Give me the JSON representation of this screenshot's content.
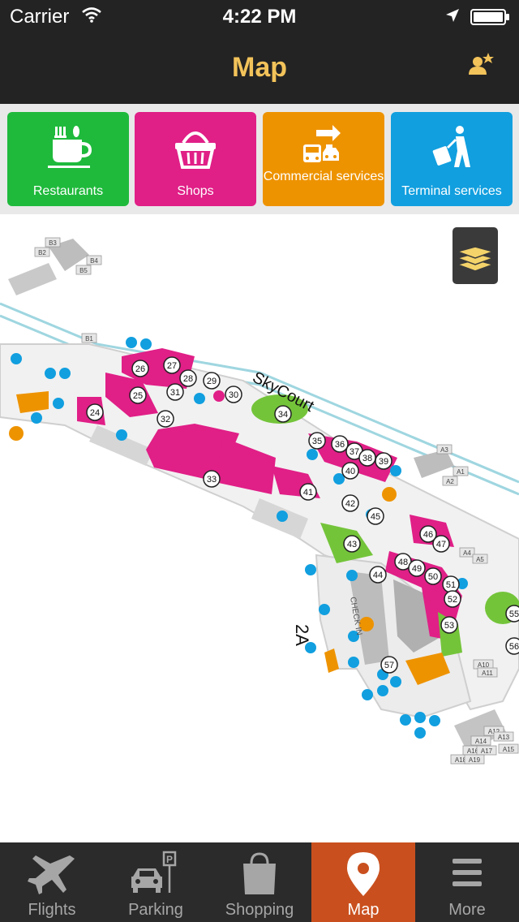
{
  "status_bar": {
    "carrier": "Carrier",
    "time": "4:22 PM"
  },
  "header": {
    "title": "Map"
  },
  "categories": [
    {
      "label": "Restaurants",
      "color": "#1fba3c",
      "icon": "cutlery-cup-icon"
    },
    {
      "label": "Shops",
      "color": "#e01f87",
      "icon": "basket-icon"
    },
    {
      "label": "Commercial services",
      "color": "#ee9300",
      "icon": "bus-taxi-icon"
    },
    {
      "label": "Terminal services",
      "color": "#119fdf",
      "icon": "traveler-luggage-icon"
    }
  ],
  "map": {
    "terminal_area": "SkyCourt",
    "pier_label": "2A",
    "check_in_label": "CHECK IN",
    "store_numbers": [
      "24",
      "25",
      "26",
      "27",
      "28",
      "29",
      "30",
      "31",
      "32",
      "33",
      "34",
      "35",
      "36",
      "37",
      "38",
      "39",
      "40",
      "41",
      "42",
      "43",
      "44",
      "45",
      "46",
      "47",
      "48",
      "49",
      "50",
      "51",
      "52",
      "53",
      "55",
      "56",
      "57"
    ],
    "gates": [
      "B1",
      "B2",
      "B3",
      "B4",
      "B5",
      "A1",
      "A2",
      "A3",
      "A4",
      "A5",
      "A10",
      "A11",
      "A12",
      "A13",
      "A14",
      "A15",
      "A16",
      "A17",
      "A18",
      "A19"
    ]
  },
  "tabs": [
    {
      "label": "Flights",
      "icon": "airplane-icon",
      "active": false
    },
    {
      "label": "Parking",
      "icon": "car-parking-icon",
      "active": false
    },
    {
      "label": "Shopping",
      "icon": "shopping-bag-icon",
      "active": false
    },
    {
      "label": "Map",
      "icon": "map-pin-icon",
      "active": true
    },
    {
      "label": "More",
      "icon": "menu-icon",
      "active": false
    }
  ],
  "colors": {
    "accent": "#f2c35a",
    "active_tab": "#c9501e",
    "shops": "#e01f87",
    "restaurants": "#1fba3c",
    "commercial": "#ee9300",
    "terminal": "#119fdf"
  }
}
